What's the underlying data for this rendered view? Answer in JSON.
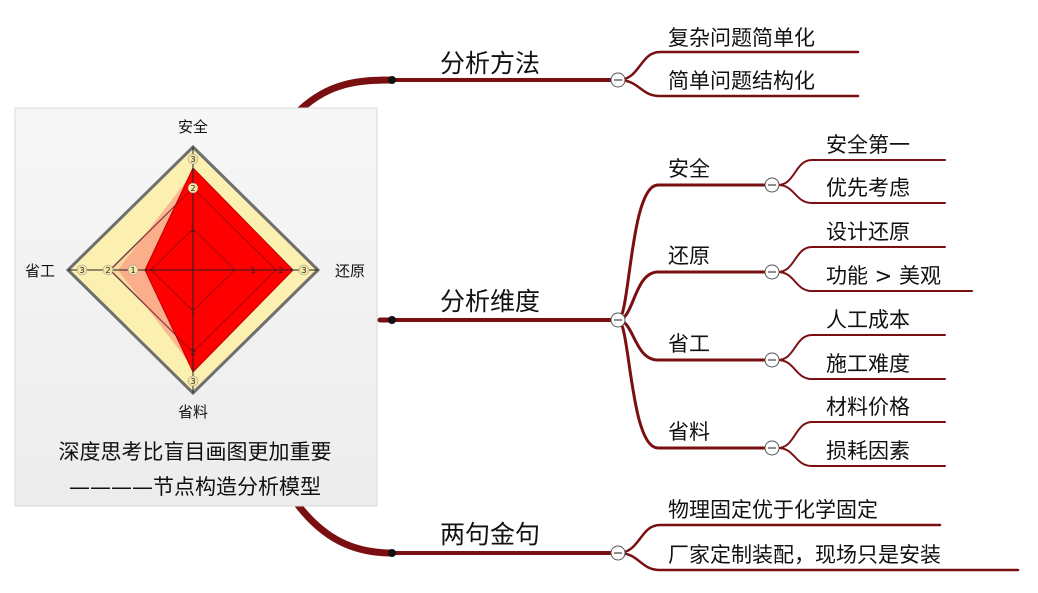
{
  "radar": {
    "axes": {
      "top": "安全",
      "right": "还原",
      "bottom": "省料",
      "left": "省工"
    },
    "ticks": [
      "1",
      "2",
      "3"
    ],
    "caption": [
      "深度思考比盲目画图更加重要",
      "————节点构造分析模型"
    ]
  },
  "branches": [
    {
      "label": "分析方法",
      "leaves": [
        "复杂问题简单化",
        "简单问题结构化"
      ]
    },
    {
      "label": "分析维度",
      "subs": [
        {
          "label": "安全",
          "leaves": [
            "安全第一",
            "优先考虑"
          ]
        },
        {
          "label": "还原",
          "leaves": [
            "设计还原",
            "功能 > 美观"
          ]
        },
        {
          "label": "省工",
          "leaves": [
            "人工成本",
            "施工难度"
          ]
        },
        {
          "label": "省料",
          "leaves": [
            "材料价格",
            "损耗因素"
          ]
        }
      ]
    },
    {
      "label": "两句金句",
      "leaves": [
        "物理固定优于化学固定",
        "厂家定制装配，现场只是安装"
      ]
    }
  ],
  "colors": {
    "stem": "#7a0f12",
    "radar_fill": "#ff0000",
    "radar_outer": "#fbf0b0"
  }
}
